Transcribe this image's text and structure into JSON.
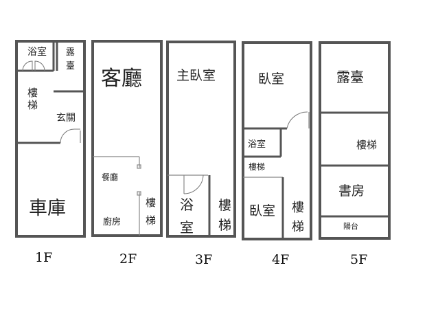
{
  "floors": [
    {
      "label": "1F",
      "rooms": {
        "bath": "浴室",
        "terrace_a": "露",
        "terrace_b": "臺",
        "stairs_a": "樓",
        "stairs_b": "梯",
        "entry": "玄關",
        "garage": "車庫"
      }
    },
    {
      "label": "2F",
      "rooms": {
        "living": "客廳",
        "dining": "餐廳",
        "kitchen": "廚房",
        "stairs_a": "樓",
        "stairs_b": "梯"
      }
    },
    {
      "label": "3F",
      "rooms": {
        "master": "主臥室",
        "bath_a": "浴",
        "bath_b": "室",
        "stairs_a": "樓",
        "stairs_b": "梯"
      }
    },
    {
      "label": "4F",
      "rooms": {
        "bedroom_top": "臥室",
        "bath": "浴室",
        "stairs_small": "樓梯",
        "bedroom_bottom": "臥室",
        "stairs_a": "樓",
        "stairs_b": "梯"
      }
    },
    {
      "label": "5F",
      "rooms": {
        "terrace": "露臺",
        "stairs": "樓梯",
        "study": "書房",
        "balcony": "陽台"
      }
    }
  ],
  "colors": {
    "wall": "#555555",
    "text": "#222222",
    "background": "#ffffff"
  }
}
